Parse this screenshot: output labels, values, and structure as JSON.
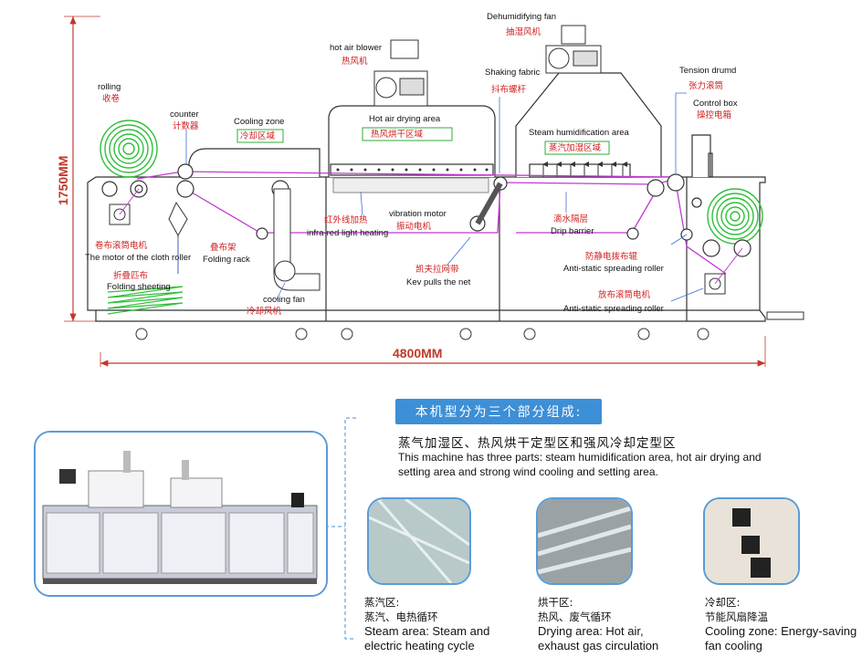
{
  "dimensions": {
    "height": "1750MM",
    "width": "4800MM"
  },
  "labels": {
    "rolling_en": "rolling",
    "rolling_cn": "收卷",
    "counter_en": "counter",
    "counter_cn": "计数器",
    "cooling_zone_en": "Cooling zone",
    "cooling_zone_cn": "冷却区域",
    "hot_air_blower_en": "hot air blower",
    "hot_air_blower_cn": "热风机",
    "hot_air_drying_en": "Hot air drying area",
    "hot_air_drying_cn": "热风烘干区域",
    "dehumidifying_fan_en": "Dehumidifying fan",
    "dehumidifying_fan_cn": "抽湿风机",
    "shaking_fabric_en": "Shaking fabric",
    "shaking_fabric_cn": "抖布螺杆",
    "steam_area_en": "Steam humidification area",
    "steam_area_cn": "蒸汽加湿区域",
    "tension_drum_en": "Tension drumd",
    "tension_drum_cn": "张力滚筒",
    "control_box_en": "Control box",
    "control_box_cn": "操控电箱",
    "cloth_motor_cn": "卷布滚筒电机",
    "cloth_motor_en": "The motor of the cloth roller",
    "folding_rack_cn": "叠布架",
    "folding_rack_en": "Folding rack",
    "folding_sheeting_cn": "折叠匹布",
    "folding_sheeting_en": "Folding sheeting",
    "infrared_cn": "红外线加热",
    "infrared_en": "infra-red light heating",
    "vibration_motor_en": "vibration motor",
    "vibration_motor_cn": "振动电机",
    "drip_barrier_cn": "滴水隔层",
    "drip_barrier_en": "Drip barrier",
    "antistatic_cn": "防静电拨布辊",
    "antistatic_en": "Anti-static spreading roller",
    "kev_cn": "凯夫拉网带",
    "kev_en": "Kev pulls the net",
    "cooling_fan_en": "cooling fan",
    "cooling_fan_cn": "冷却风机",
    "release_motor_cn": "放布滚筒电机",
    "release_motor_en": "Anti-static spreading roller"
  },
  "intro": {
    "banner": "本机型分为三个部分组成:",
    "cn": "蒸气加湿区、热风烘干定型区和强风冷却定型区",
    "en": "This machine has three parts: steam humidification area, hot air drying and setting area and strong wind cooling and setting area."
  },
  "zones": [
    {
      "cn1": "蒸汽区:",
      "cn2": "蒸汽、电热循环",
      "en": "Steam area: Steam and electric heating cycle"
    },
    {
      "cn1": "烘干区:",
      "cn2": "热风、废气循环",
      "en": "Drying area: Hot air, exhaust gas circulation"
    },
    {
      "cn1": "冷却区:",
      "cn2": "节能风扇降温",
      "en": "Cooling zone: Energy-saving fan cooling"
    }
  ],
  "colors": {
    "accent_blue": "#3d8fd6",
    "label_red": "#d02020",
    "fabric_path": "#c03ad0",
    "coil_green": "#2fbf3a"
  }
}
